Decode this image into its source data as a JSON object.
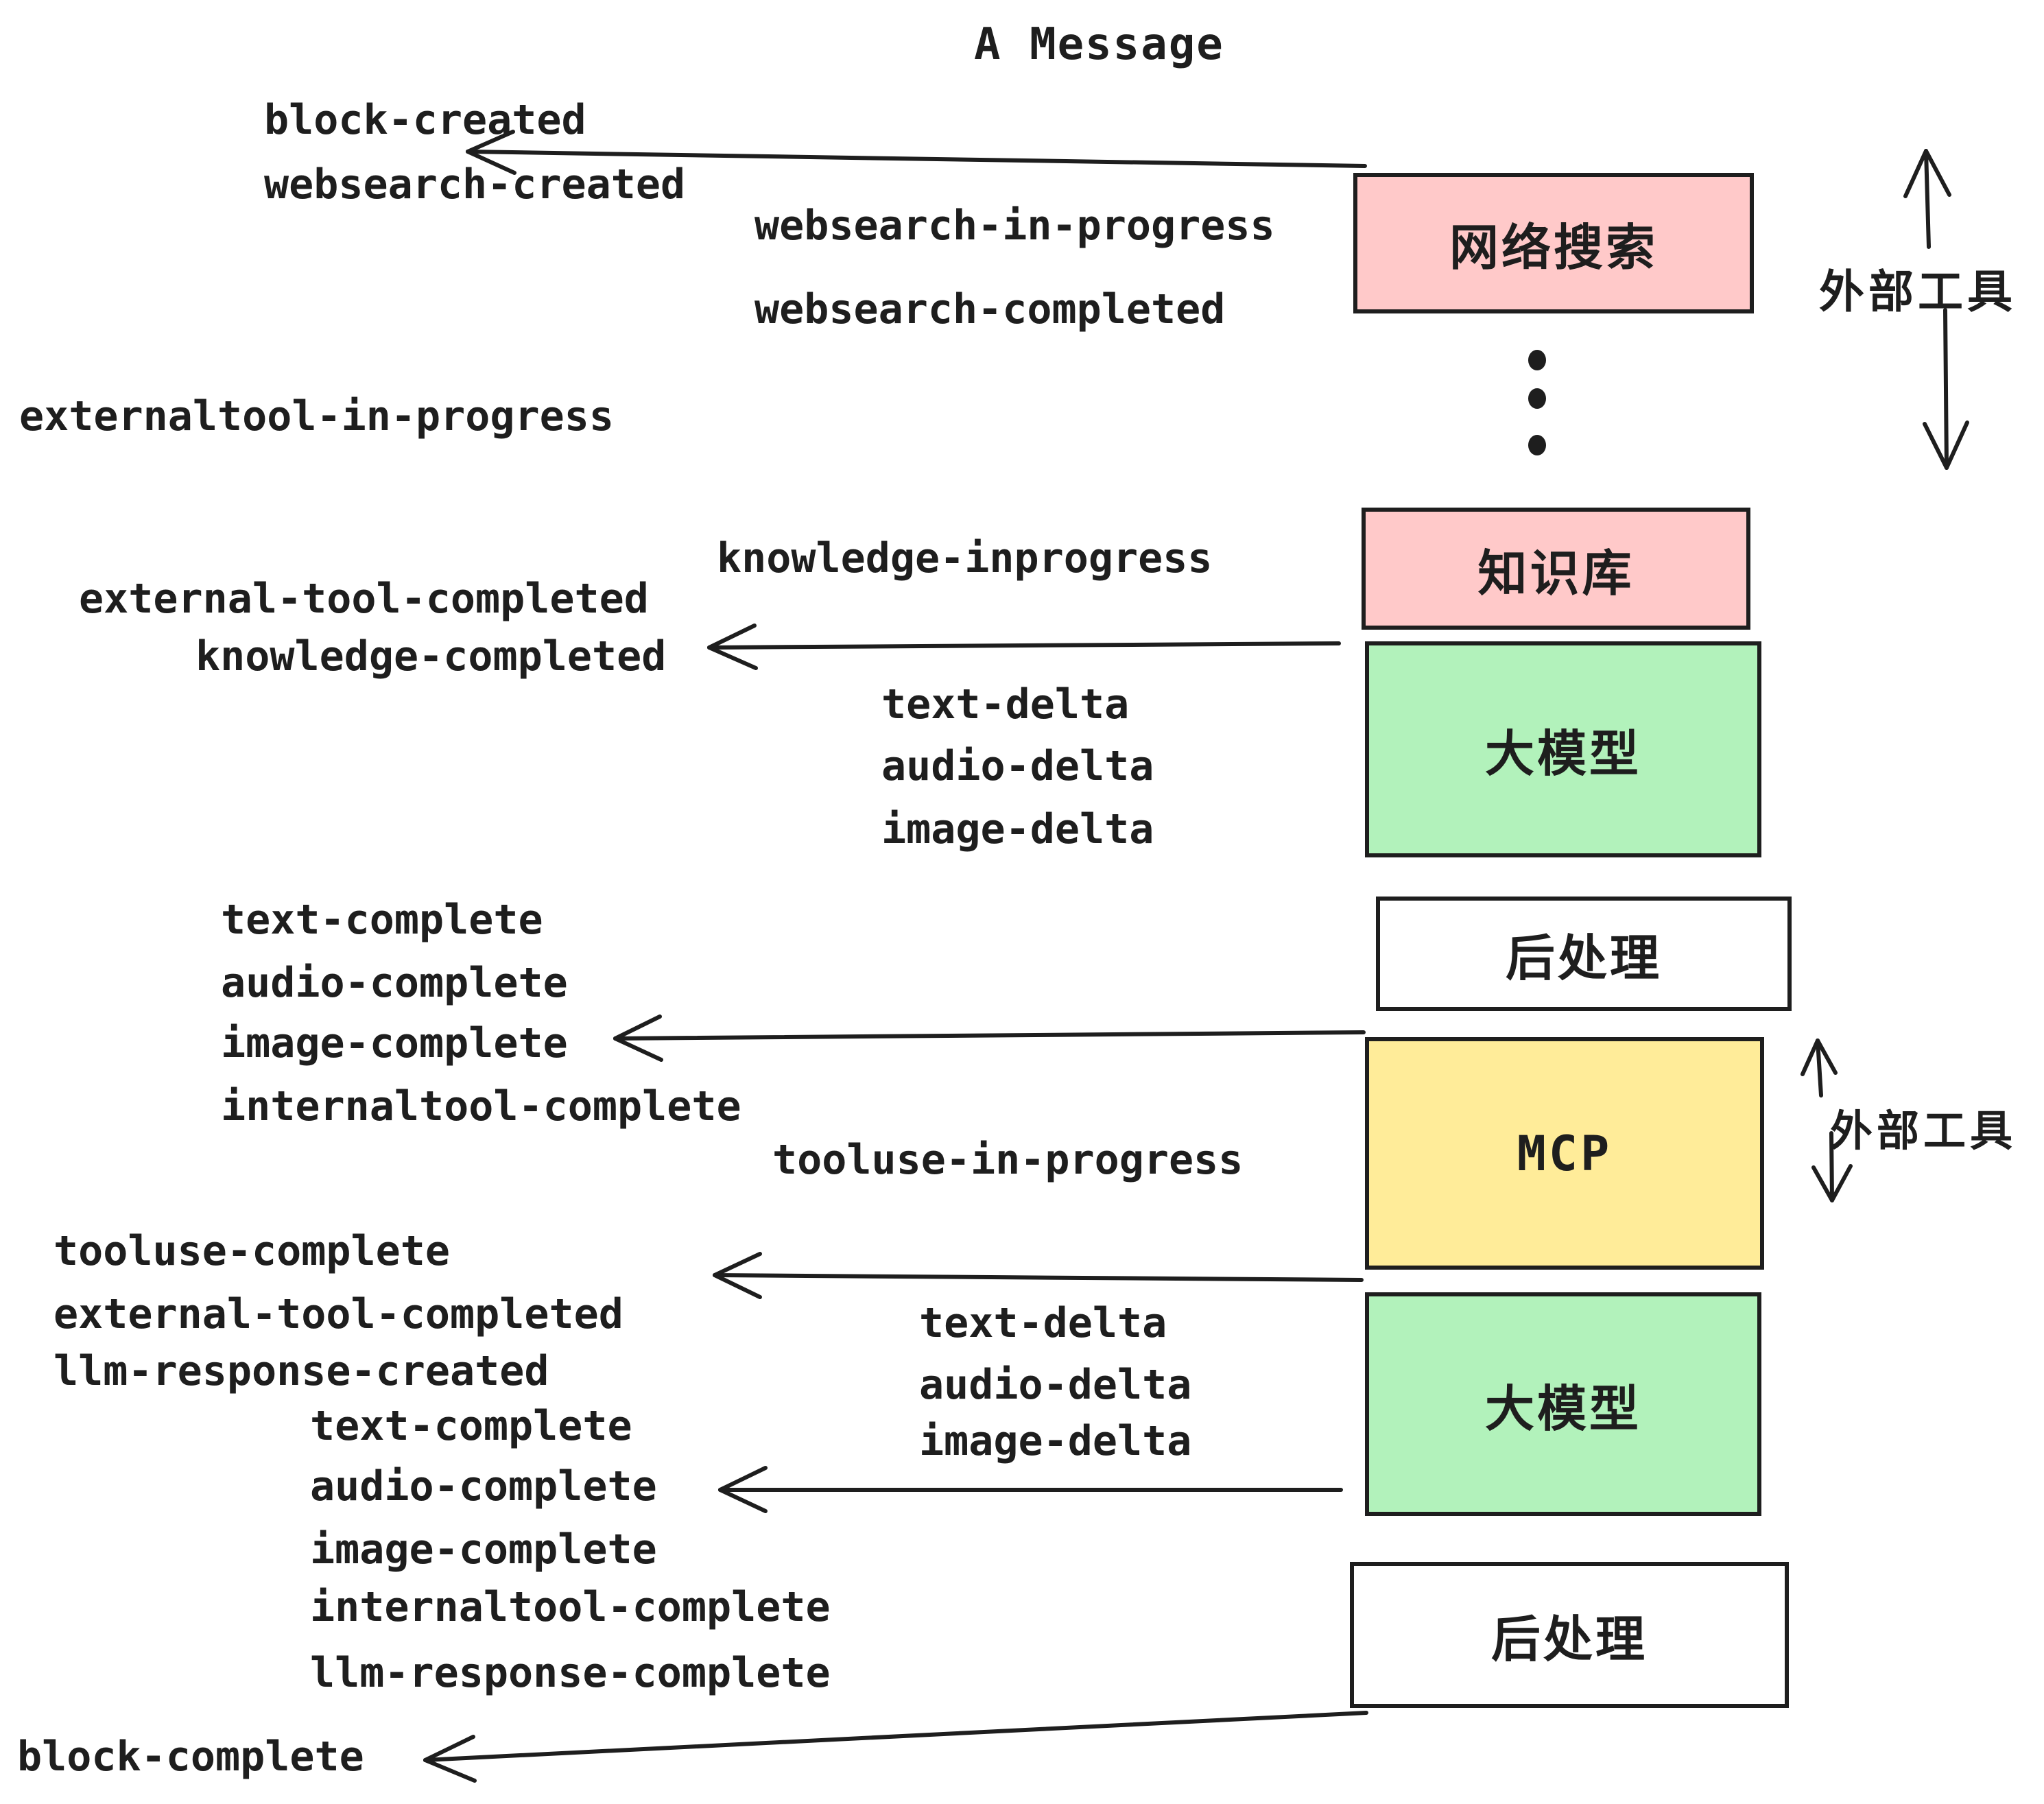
{
  "title": "A Message",
  "colors": {
    "ink": "#1e1e1e",
    "pink": "#ffc9c9",
    "green": "#b2f2bb",
    "yellow": "#ffec99",
    "white": "#ffffff"
  },
  "boxes": {
    "websearch": "网络搜索",
    "knowledge": "知识库",
    "llm": "大模型",
    "postprocess": "后处理",
    "mcp": "MCP"
  },
  "side_labels": {
    "external_tools": "外部工具"
  },
  "events": {
    "block_created": "block-created",
    "websearch_created": "websearch-created",
    "websearch_in_progress": "websearch-in-progress",
    "websearch_completed": "websearch-completed",
    "externaltool_in_progress": "externaltool-in-progress",
    "knowledge_inprogress": "knowledge-inprogress",
    "external_tool_completed": "external-tool-completed",
    "knowledge_completed": "knowledge-completed",
    "text_delta": "text-delta",
    "audio_delta": "audio-delta",
    "image_delta": "image-delta",
    "text_complete": "text-complete",
    "audio_complete": "audio-complete",
    "image_complete": "image-complete",
    "internaltool_complete": "internaltool-complete",
    "tooluse_in_progress": "tooluse-in-progress",
    "tooluse_complete": "tooluse-complete",
    "llm_response_created": "llm-response-created",
    "llm_response_complete": "llm-response-complete",
    "block_complete": "block-complete"
  }
}
